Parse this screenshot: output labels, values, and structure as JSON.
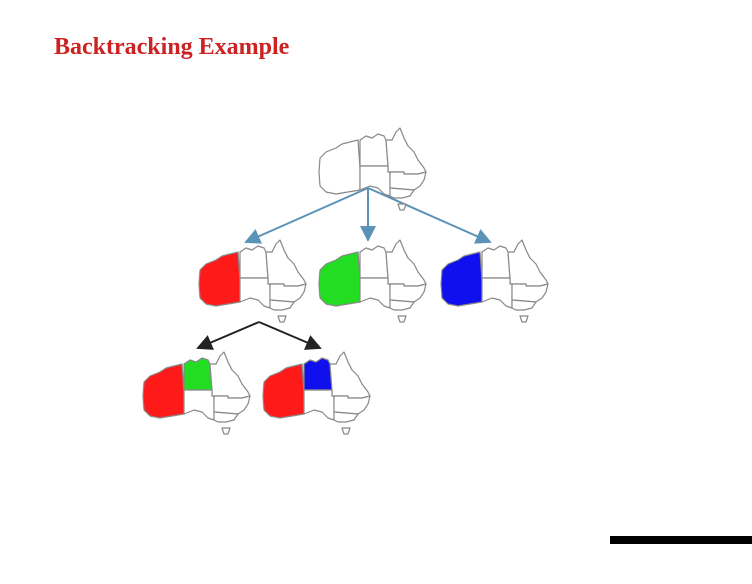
{
  "slide": {
    "title": "Backtracking Example"
  },
  "colors": {
    "title": "#cc2222",
    "arrow_top": "#5b93b8",
    "arrow_bottom": "#222222",
    "map_outline": "#888888",
    "region_red": "#ff1a1a",
    "region_green": "#22dd22",
    "region_blue": "#1010ee",
    "footer_bar": "#000000"
  },
  "tree": {
    "root": {
      "map_icon": "australia-map-icon",
      "wa": "none",
      "nt": "none"
    },
    "level1": [
      {
        "map_icon": "australia-map-icon",
        "wa": "red",
        "nt": "none"
      },
      {
        "map_icon": "australia-map-icon",
        "wa": "green",
        "nt": "none"
      },
      {
        "map_icon": "australia-map-icon",
        "wa": "blue",
        "nt": "none"
      }
    ],
    "level2": [
      {
        "map_icon": "australia-map-icon",
        "wa": "red",
        "nt": "green"
      },
      {
        "map_icon": "australia-map-icon",
        "wa": "red",
        "nt": "blue"
      }
    ]
  }
}
